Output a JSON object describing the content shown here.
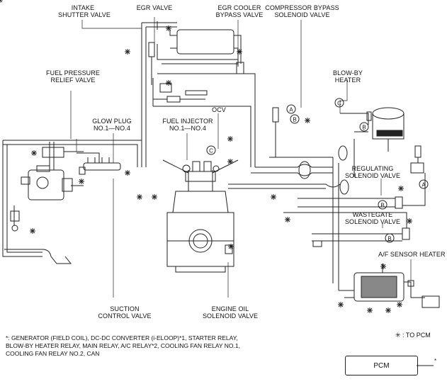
{
  "labels": {
    "intake_shutter_valve": [
      "INTAKE",
      "SHUTTER VALVE"
    ],
    "egr_valve": [
      "EGR VALVE"
    ],
    "egr_cooler_bypass_valve": [
      "EGR COOLER",
      "BYPASS VALVE"
    ],
    "compressor_bypass_solenoid_valve": [
      "COMPRESSOR BYPASS",
      "SOLENOID VALVE"
    ],
    "blow_by_heater": [
      "BLOW-BY",
      "HEATER"
    ],
    "fuel_pressure_relief_valve": [
      "FUEL PRESSURE",
      "RELIEF VALVE"
    ],
    "glow_plug": [
      "GLOW PLUG",
      "NO.1—NO.4"
    ],
    "fuel_injector": [
      "FUEL INJECTOR",
      "NO.1—NO.4"
    ],
    "ocv": [
      "OCV"
    ],
    "regulating_solenoid_valve": [
      "REGULATING",
      "SOLENOID VALVE"
    ],
    "wastegate_solenoid_valve": [
      "WASTEGATE",
      "SOLENOID VALVE"
    ],
    "af_sensor_heater": [
      "A/F SENSOR HEATER"
    ],
    "suction_control_valve": [
      "SUCTION",
      "CONTROL VALVE"
    ],
    "engine_oil_solenoid_valve": [
      "ENGINE OIL",
      "SOLENOID VALVE"
    ]
  },
  "connector_markers": [
    "A",
    "B",
    "C"
  ],
  "legend": {
    "to_pcm": "✳ : TO PCM"
  },
  "footnote": [
    "*: GENERATOR (FIELD COIL), DC-DC CONVERTER (i-ELOOP)*1, STARTER RELAY,",
    "BLOW-BY HEATER RELAY, MAIN RELAY, A/C RELAY*2, COOLING FAN RELAY NO.1,",
    "COOLING FAN RELAY NO.2, CAN"
  ],
  "pcm_box": {
    "label": "PCM",
    "mark": "*"
  },
  "icons": [
    "asterisk-pcm-marker-icon"
  ]
}
